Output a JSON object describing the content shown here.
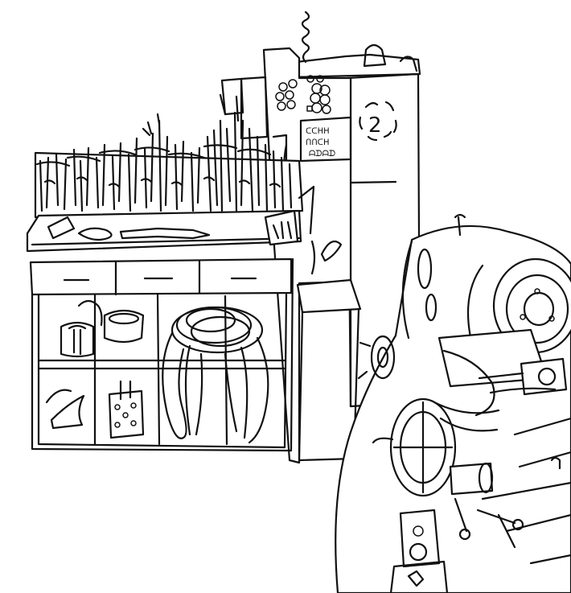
{
  "drawing": {
    "style": "black line art on white",
    "stroke_color": "#111111",
    "background_color": "#ffffff",
    "cabinet_number": "2",
    "panel_keys_row1": "ᑕᑕᕼᕼ",
    "panel_keys_row2": "ᑎᑎᑕᕼ",
    "panel_keys_row3": "ᗩᗪᗩᗪ"
  }
}
